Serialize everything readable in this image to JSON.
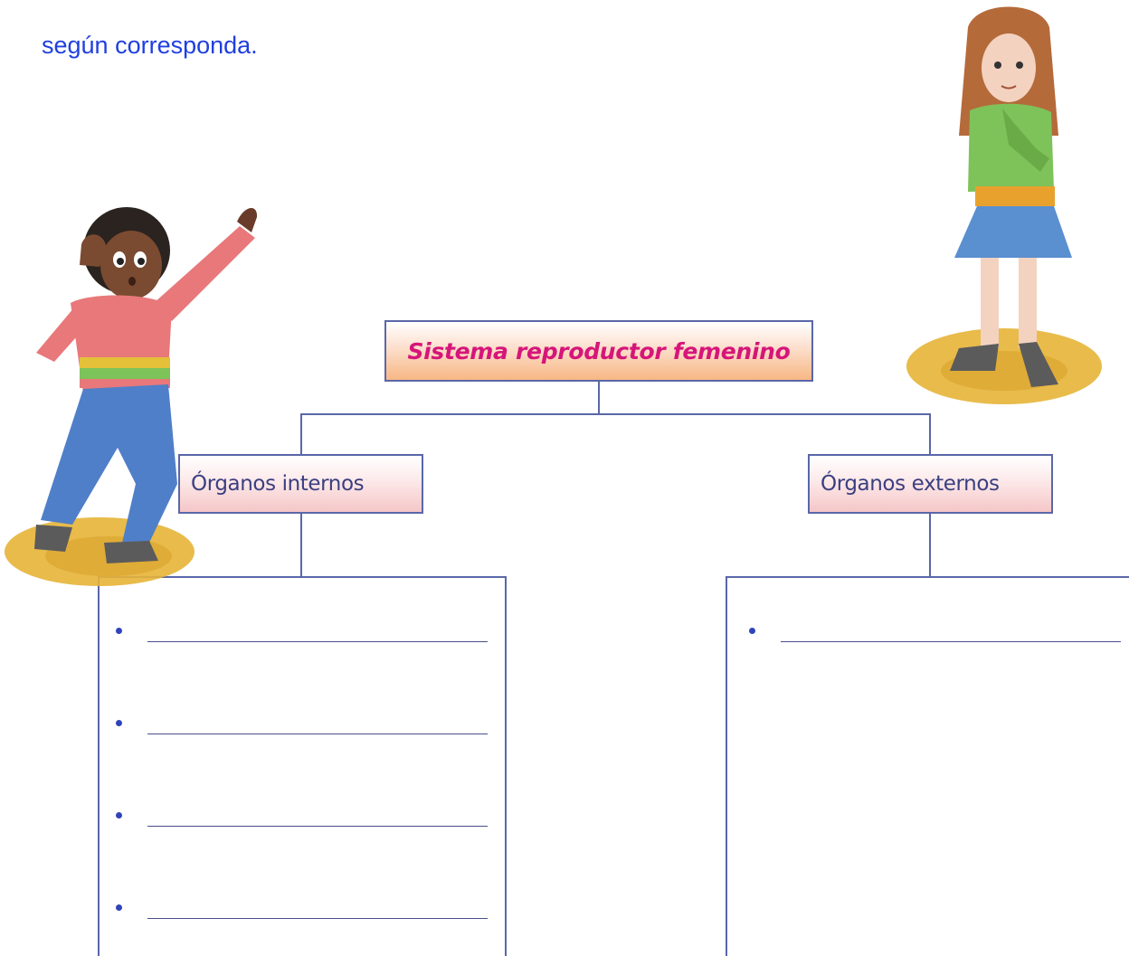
{
  "instruction": {
    "line1": "",
    "line2": "según corresponda."
  },
  "diagram": {
    "root": {
      "label": "Sistema reproductor femenino"
    },
    "branches": [
      {
        "label": "Órganos internos",
        "blank_items": 4
      },
      {
        "label": "Órganos externos",
        "blank_items": 1
      }
    ]
  },
  "illustrations": [
    "boy-pointing-illustration",
    "girl-thinking-illustration"
  ],
  "colors": {
    "instruction": "#1f3fe0",
    "root_text": "#d6157a",
    "branch_text": "#3a3f80",
    "lines": "#5a67a8"
  }
}
